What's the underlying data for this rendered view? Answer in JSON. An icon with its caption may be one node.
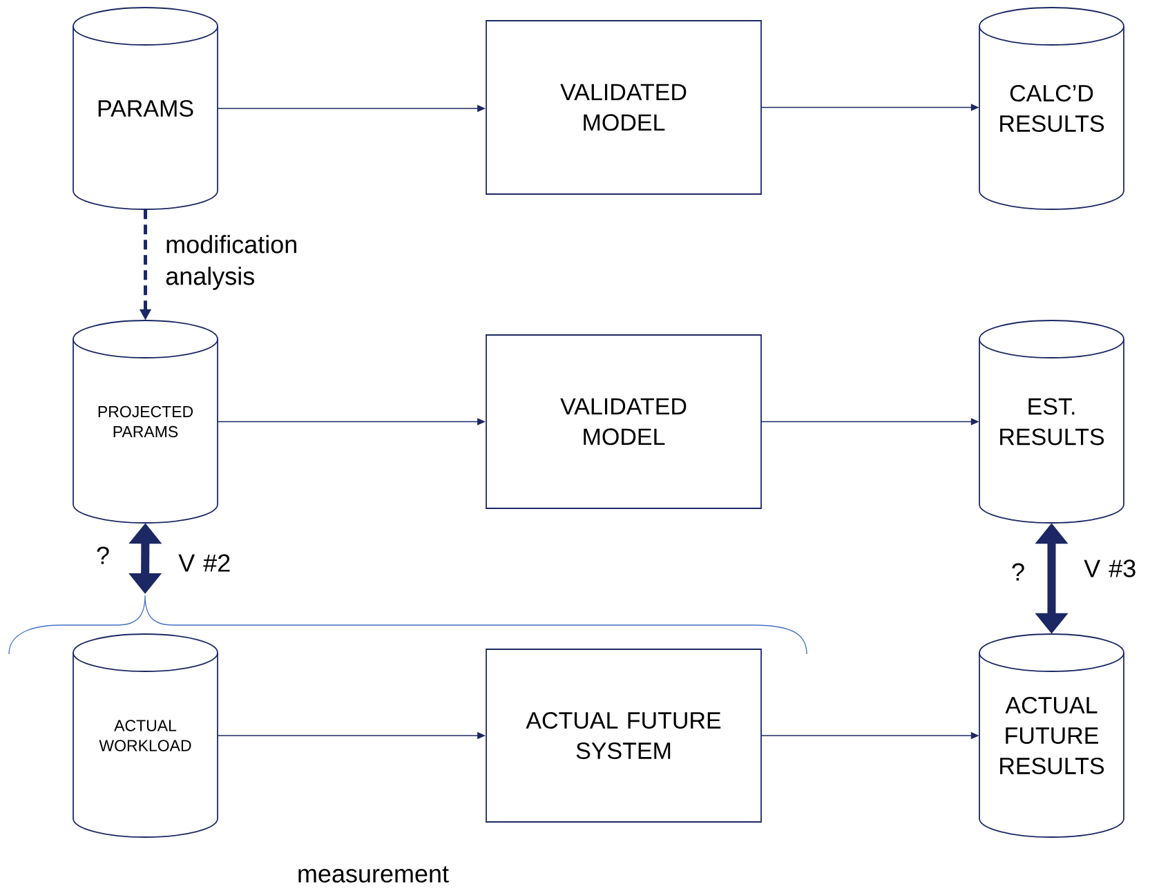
{
  "diagram": {
    "nodes": [
      {
        "text": [
          "PARAMS"
        ]
      },
      {
        "text": [
          "VALIDATED MODEL"
        ]
      },
      {
        "text": [
          "CALC’D RESULTS"
        ]
      },
      {
        "text": [
          "PROJECTED PARAMS"
        ]
      },
      {
        "text": [
          "VALIDATED MODEL"
        ]
      },
      {
        "text": [
          "EST. RESULTS"
        ]
      },
      {
        "text": [
          "ACTUAL WORKLOAD"
        ]
      },
      {
        "text": [
          "ACTUAL FUTURE SYSTEM"
        ]
      },
      {
        "text": [
          "ACTUAL FUTURE RESULTS"
        ]
      }
    ],
    "edges": [
      {
        "from": 0,
        "to": 1,
        "arrow": "to"
      },
      {
        "from": 1,
        "to": 2,
        "arrow": "to"
      },
      {
        "from": 0,
        "to": 3,
        "arrow": "to",
        "style": "dashed",
        "label": "modification analysis"
      },
      {
        "from": 3,
        "to": 4,
        "arrow": "to"
      },
      {
        "from": 4,
        "to": 5,
        "arrow": "to"
      },
      {
        "from": 3,
        "to": null,
        "arrow": "both",
        "style": "thick",
        "label": "V #2"
      },
      {
        "from": 5,
        "to": 8,
        "arrow": "both",
        "style": "thick",
        "label": "V #3"
      },
      {
        "from": 6,
        "to": 7,
        "arrow": "to"
      },
      {
        "from": 7,
        "to": 8,
        "arrow": "to"
      }
    ],
    "labels": [
      "?",
      "?",
      "measurement"
    ]
  }
}
